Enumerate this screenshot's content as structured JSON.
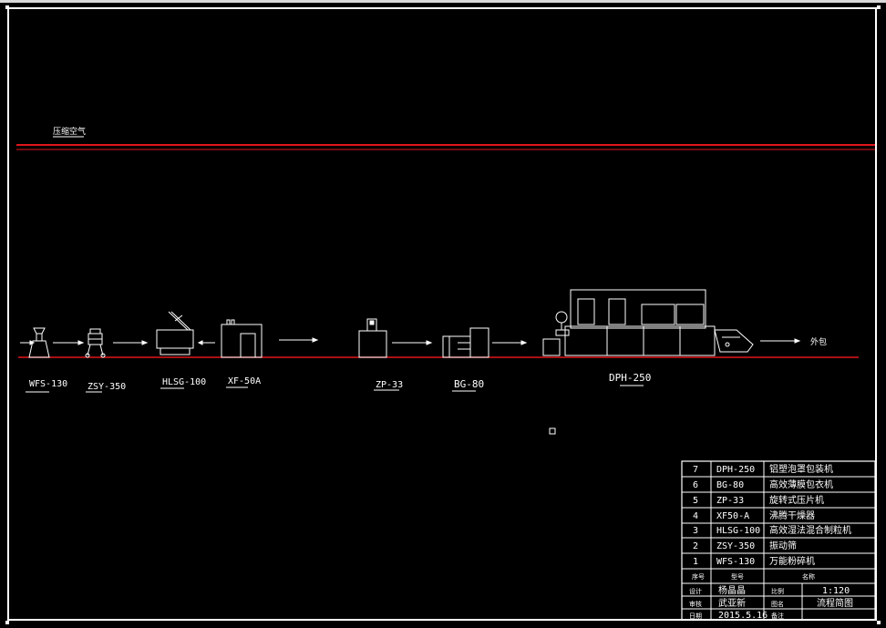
{
  "air_label": "压缩空气",
  "outlet_label": "外包",
  "equipment": [
    {
      "code": "WFS-130"
    },
    {
      "code": "ZSY-350"
    },
    {
      "code": "HLSG-100"
    },
    {
      "code": "XF-50A"
    },
    {
      "code": "ZP-33"
    },
    {
      "code": "BG-80"
    },
    {
      "code": "DPH-250"
    }
  ],
  "title_block": {
    "rows": [
      {
        "no": "7",
        "model": "DPH-250",
        "name": "铝塑泡罩包装机"
      },
      {
        "no": "6",
        "model": "BG-80",
        "name": "高效薄膜包衣机"
      },
      {
        "no": "5",
        "model": "ZP-33",
        "name": "旋转式压片机"
      },
      {
        "no": "4",
        "model": "XF50-A",
        "name": "沸腾干燥器"
      },
      {
        "no": "3",
        "model": "HLSG-100",
        "name": "高效湿法混合制粒机"
      },
      {
        "no": "2",
        "model": "ZSY-350",
        "name": "振动筛"
      },
      {
        "no": "1",
        "model": "WFS-130",
        "name": "万能粉碎机"
      }
    ],
    "header": {
      "no": "序号",
      "model": "型号",
      "name": "名称"
    },
    "designer_label": "设计",
    "designer": "杨晶晶",
    "scale_label": "比例",
    "scale": "1:120",
    "reviewer_label": "审核",
    "reviewer": "武亚新",
    "drawing_label": "图名",
    "drawing_name": "流程简图",
    "date_label": "日期",
    "date": "2015.5.16",
    "note_label": "备注"
  },
  "colors": {
    "line": "#ffffff",
    "floor": "#e0161c",
    "air": "#e0161c",
    "background": "#000000"
  }
}
